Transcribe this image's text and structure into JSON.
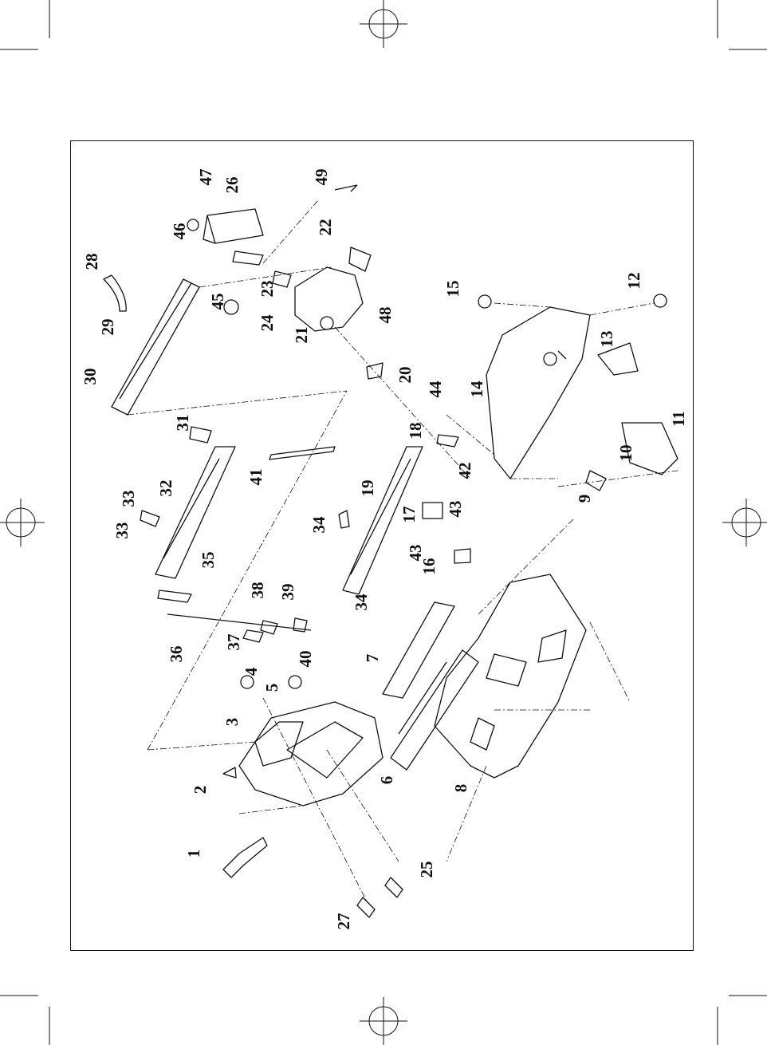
{
  "diagram": {
    "type": "exploded-parts-diagram",
    "orientation": "rotated-90-ccw",
    "line_color": "#111111",
    "background": "#ffffff",
    "part_labels": [
      "1",
      "2",
      "3",
      "4",
      "5",
      "6",
      "7",
      "8",
      "9",
      "10",
      "11",
      "12",
      "13",
      "14",
      "15",
      "16",
      "17",
      "18",
      "19",
      "20",
      "21",
      "22",
      "23",
      "24",
      "25",
      "26",
      "27",
      "28",
      "29",
      "30",
      "31",
      "32",
      "33",
      "33",
      "34",
      "34",
      "35",
      "36",
      "37",
      "38",
      "39",
      "40",
      "41",
      "42",
      "43",
      "43",
      "44",
      "45",
      "46",
      "47",
      "48",
      "49"
    ]
  }
}
